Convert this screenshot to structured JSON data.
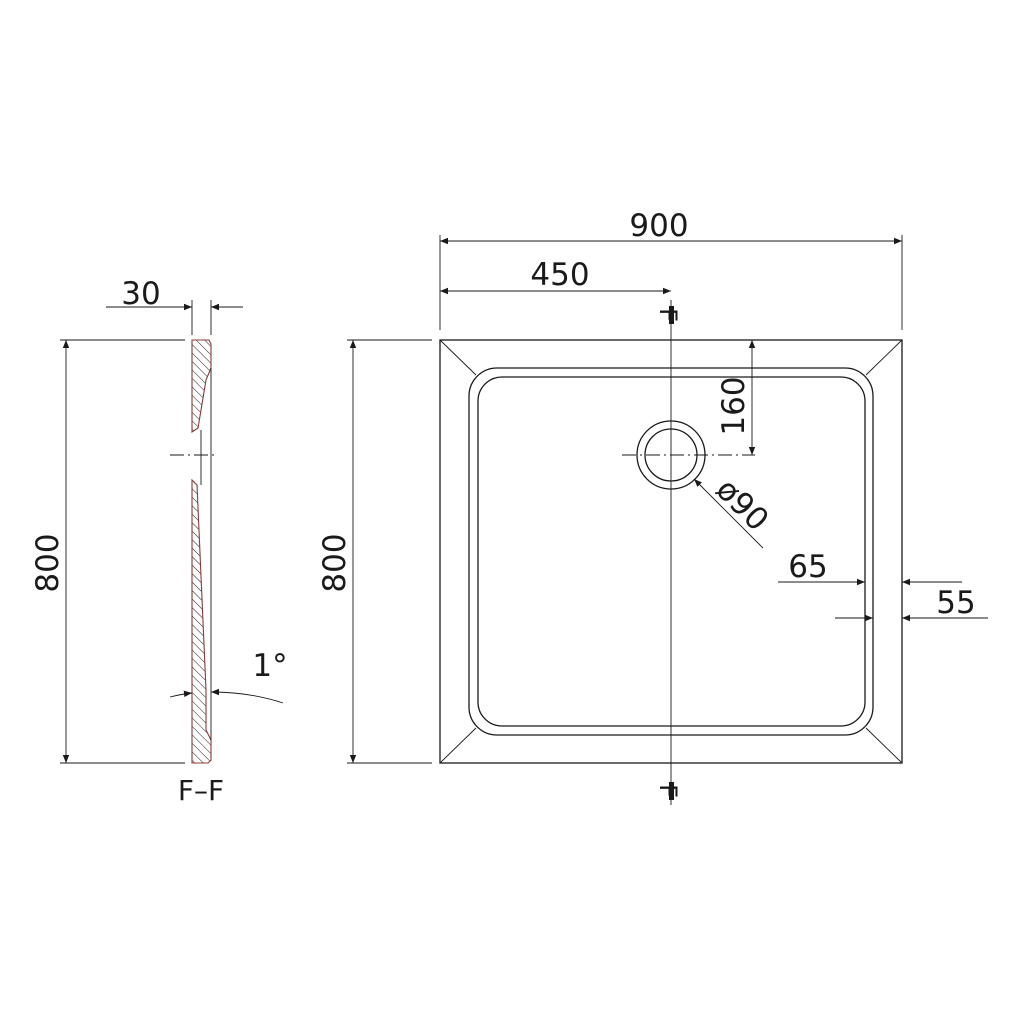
{
  "drawing": {
    "plan_view": {
      "width_label": "900",
      "half_width_label": "450",
      "height_label": "800",
      "drain_offset_label": "160",
      "drain_diameter_label": "ø90",
      "rim_inner_label": "65",
      "rim_outer_label": "55",
      "section_marker_label": "F"
    },
    "section_view": {
      "title": "F–F",
      "thickness_label": "30",
      "height_label": "800",
      "slope_label": "1°"
    },
    "colors": {
      "line": "#1a1a1a",
      "hatch_outline": "#8a3a3a"
    }
  }
}
